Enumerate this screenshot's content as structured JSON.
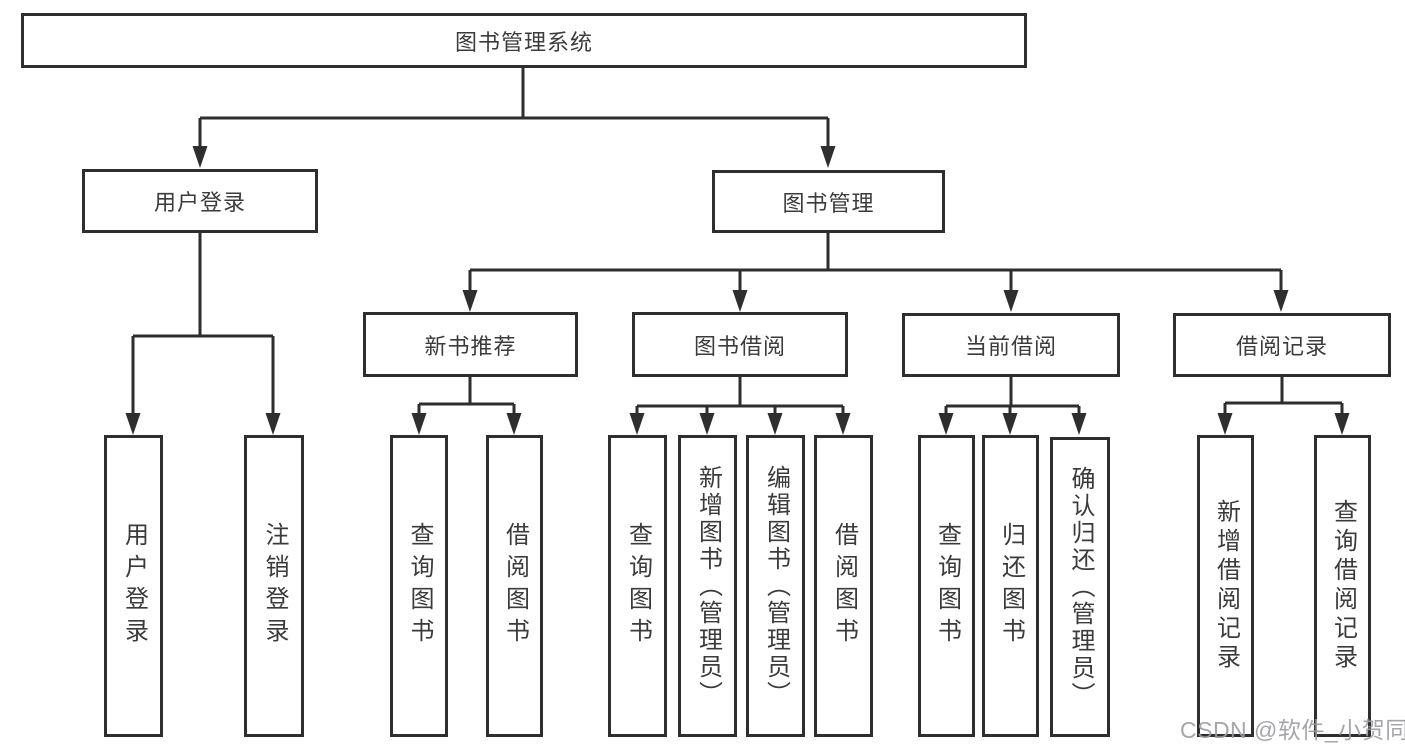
{
  "title": "图书管理系统",
  "watermark": "CSDN @软件_小贺同学",
  "colors": {
    "line": "#2e2e2e",
    "box_border": "#2e2e2e",
    "text": "#3b3b3b",
    "watermark": "#9c9ca1",
    "background": "#ffffff"
  },
  "tree": {
    "root": {
      "label": "图书管理系统"
    },
    "branches": [
      {
        "label": "用户登录",
        "children": [
          {
            "label": "用户登录"
          },
          {
            "label": "注销登录"
          }
        ]
      },
      {
        "label": "图书管理",
        "children": [
          {
            "label": "新书推荐",
            "children": [
              {
                "label": "查询图书"
              },
              {
                "label": "借阅图书"
              }
            ]
          },
          {
            "label": "图书借阅",
            "children": [
              {
                "label": "查询图书"
              },
              {
                "label": "新增图书（管理员）"
              },
              {
                "label": "编辑图书（管理员）"
              },
              {
                "label": "借阅图书"
              }
            ]
          },
          {
            "label": "当前借阅",
            "children": [
              {
                "label": "查询图书"
              },
              {
                "label": "归还图书"
              },
              {
                "label": "确认归还（管理员）"
              }
            ]
          },
          {
            "label": "借阅记录",
            "children": [
              {
                "label": "新增借阅记录"
              },
              {
                "label": "查询借阅记录"
              }
            ]
          }
        ]
      }
    ]
  }
}
